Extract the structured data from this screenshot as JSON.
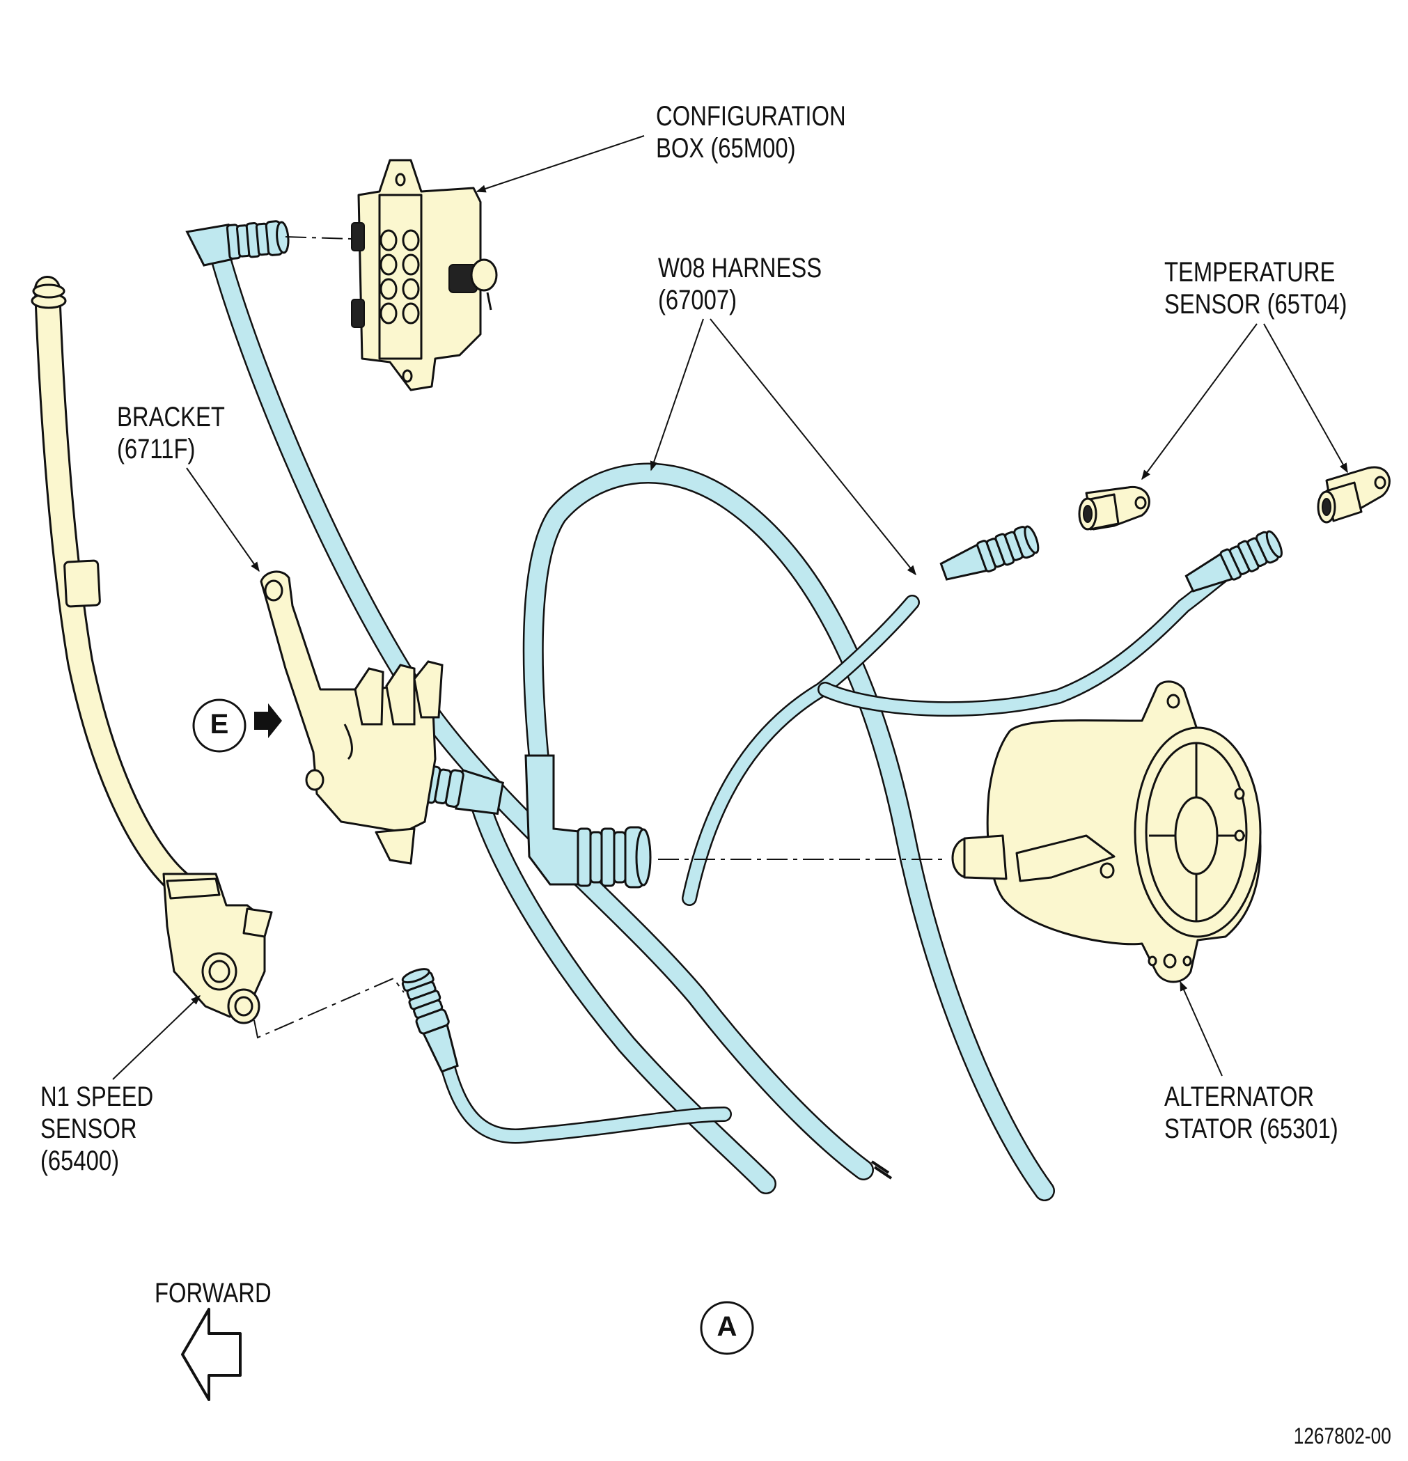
{
  "labels": {
    "config_box": [
      "CONFIGURATION",
      "BOX (65M00)"
    ],
    "w08_harness": [
      "W08 HARNESS",
      "(67007)"
    ],
    "temp_sensor": [
      "TEMPERATURE",
      "SENSOR (65T04)"
    ],
    "bracket": [
      "BRACKET",
      "(6711F)"
    ],
    "n1_sensor": [
      "N1 SPEED",
      "SENSOR",
      "(65400)"
    ],
    "alternator": [
      "ALTERNATOR",
      "STATOR (65301)"
    ],
    "forward": "FORWARD",
    "view_e": "E",
    "view_a": "A",
    "figure_id": "1267802-00"
  },
  "colors": {
    "harness": "#bfe8ef",
    "component": "#fbf7cf",
    "line": "#111111"
  }
}
